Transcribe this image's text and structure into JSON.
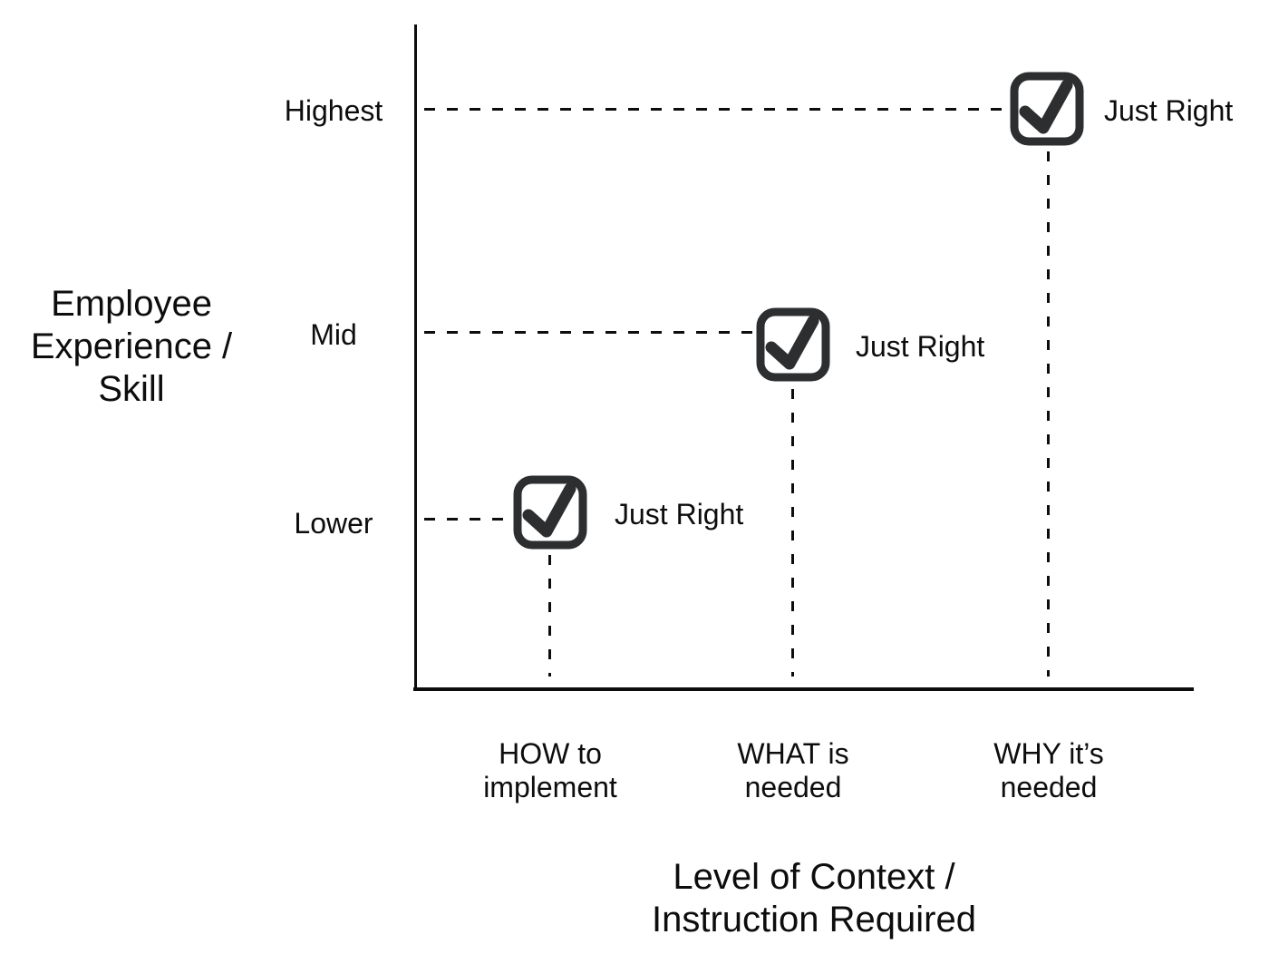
{
  "diagram": {
    "colors": {
      "ink": "#0d0d0d",
      "checkbox": "#2d2e30",
      "background": "#ffffff"
    },
    "y_axis": {
      "title": "Employee Experience / Skill",
      "title_lines": [
        "Employee",
        "Experience /",
        "Skill"
      ],
      "ticks": [
        {
          "label": "Highest"
        },
        {
          "label": "Mid"
        },
        {
          "label": "Lower"
        }
      ]
    },
    "x_axis": {
      "title": "Level of Context / Instruction Required",
      "title_lines": [
        "Level of Context /",
        "Instruction Required"
      ],
      "ticks": [
        {
          "line1": "HOW to",
          "line2": "implement"
        },
        {
          "line1": "WHAT is",
          "line2": "needed"
        },
        {
          "line1": "WHY it’s",
          "line2": "needed"
        }
      ]
    },
    "points": [
      {
        "icon": "checkbox-checked",
        "label": "Just Right",
        "x": "WHY it’s needed",
        "y": "Highest"
      },
      {
        "icon": "checkbox-checked",
        "label": "Just Right",
        "x": "WHAT is needed",
        "y": "Mid"
      },
      {
        "icon": "checkbox-checked",
        "label": "Just Right",
        "x": "HOW to implement",
        "y": "Lower"
      }
    ]
  },
  "chart_data": {
    "type": "scatter",
    "title": "",
    "xlabel": "Level of Context / Instruction Required",
    "ylabel": "Employee Experience / Skill",
    "x_categories": [
      "HOW to implement",
      "WHAT is needed",
      "WHY it’s needed"
    ],
    "y_categories": [
      "Lower",
      "Mid",
      "Highest"
    ],
    "grid": "dashed-guides-only",
    "legend": "none",
    "points": [
      {
        "x": "HOW to implement",
        "y": "Lower",
        "label": "Just Right",
        "marker": "checked-checkbox"
      },
      {
        "x": "WHAT is needed",
        "y": "Mid",
        "label": "Just Right",
        "marker": "checked-checkbox"
      },
      {
        "x": "WHY it’s needed",
        "y": "Highest",
        "label": "Just Right",
        "marker": "checked-checkbox"
      }
    ]
  }
}
